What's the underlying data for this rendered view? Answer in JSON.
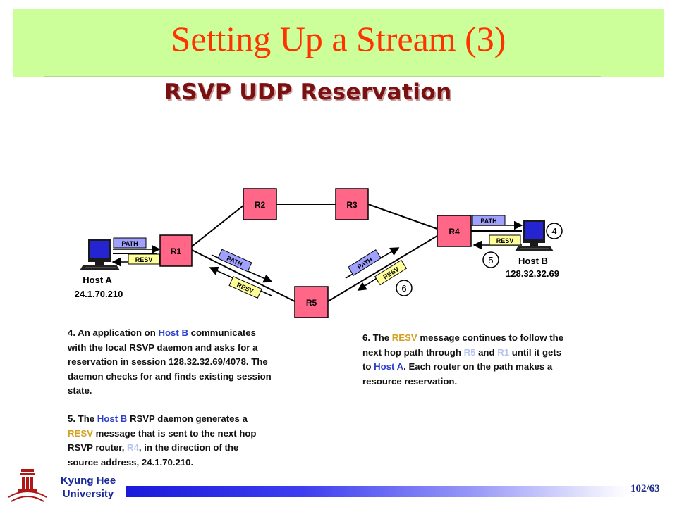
{
  "slide": {
    "title": "Setting Up a Stream (3)",
    "subtitle": "RSVP UDP Reservation",
    "page_number": "102/63",
    "university_line1": "Kyung Hee",
    "university_line2": "University",
    "colors": {
      "title_bg": "#ccff99",
      "title_text": "#ff3300",
      "router_fill": "#ff6688",
      "path_label_fill": "#a0a0ff",
      "resv_label_fill": "#ffff99",
      "highlight_blue": "#2c3fc9",
      "highlight_gold": "#d4a020"
    }
  },
  "diagram": {
    "routers": [
      "R1",
      "R2",
      "R3",
      "R4",
      "R5"
    ],
    "host_a": {
      "name": "Host A",
      "address": "24.1.70.210"
    },
    "host_b": {
      "name": "Host B",
      "address": "128.32.32.69"
    },
    "labels": {
      "path": "PATH",
      "resv": "RESV"
    },
    "step_markers": [
      "4",
      "5",
      "6"
    ]
  },
  "paragraphs": {
    "p4": {
      "lead": "4. An application on ",
      "hostb": "Host B",
      "rest1": " communicates",
      "line2": "with the local RSVP daemon and asks for a",
      "line3": "reservation in session 128.32.32.69/4078. The",
      "line4": "daemon checks for and finds existing session",
      "line5": "state."
    },
    "p5": {
      "lead": "5. The ",
      "hostb": "Host B",
      "rest1": " RSVP daemon generates a",
      "resv": "RESV",
      "rest2": " message that is sent to the next hop",
      "line3a": "RSVP router, ",
      "r4": "R4",
      "line3b": ", in the direction of the",
      "line4": "source address, 24.1.70.210."
    },
    "p6": {
      "lead": "6. The ",
      "resv": "RESV",
      "rest1": " message continues to follow the",
      "line2a": "next hop path through ",
      "r5": "R5",
      "and": " and ",
      "r1": "R1",
      "line2b": " until it gets",
      "line3a": "to ",
      "hosta": "Host A",
      "line3b": ". Each router on the path makes a",
      "line4": "resource reservation."
    }
  }
}
